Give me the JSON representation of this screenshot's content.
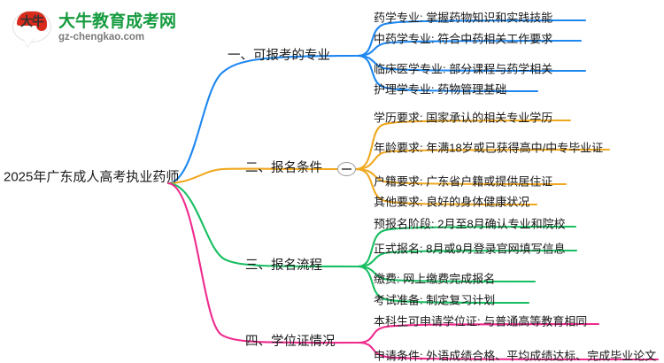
{
  "logo": {
    "mark_text": "大牛",
    "title": "大牛教育成考网",
    "domain": "gz-chengkao.com",
    "brand_green": "#169b3f",
    "brand_red": "#d92b1c"
  },
  "mindmap": {
    "root": {
      "label": "2025年广东成人高考执业药师"
    },
    "collapse_toggle": {
      "state": "expanded",
      "glyph": "−"
    },
    "branches": [
      {
        "id": "branch-1",
        "label": "一、可报考的专业",
        "color": "#1d87f0",
        "children": [
          {
            "label": "药学专业: 掌握药物知识和实践技能"
          },
          {
            "label": "中药学专业: 符合中药相关工作要求"
          },
          {
            "label": "临床医学专业: 部分课程与药学相关"
          },
          {
            "label": "护理学专业: 药物管理基础"
          }
        ]
      },
      {
        "id": "branch-2",
        "label": "二、报名条件",
        "color": "#f0a81e",
        "children": [
          {
            "label": "学历要求: 国家承认的相关专业学历"
          },
          {
            "label": "年龄要求: 年满18岁或已获得高中/中专毕业证"
          },
          {
            "label": "户籍要求: 广东省户籍或提供居住证"
          },
          {
            "label": "其他要求: 良好的身体健康状况"
          }
        ]
      },
      {
        "id": "branch-3",
        "label": "三、报名流程",
        "color": "#18bf62",
        "children": [
          {
            "label": "预报名阶段: 2月至8月确认专业和院校"
          },
          {
            "label": "正式报名: 8月或9月登录官网填写信息"
          },
          {
            "label": "缴费: 网上缴费完成报名"
          },
          {
            "label": "考试准备: 制定复习计划"
          }
        ]
      },
      {
        "id": "branch-4",
        "label": "四、学位证情况",
        "color": "#ef2a8c",
        "children": [
          {
            "label": "本科生可申请学位证: 与普通高等教育相同"
          },
          {
            "label": "申请条件: 外语成绩合格、平均成绩达标、完成毕业论文"
          }
        ]
      }
    ]
  }
}
